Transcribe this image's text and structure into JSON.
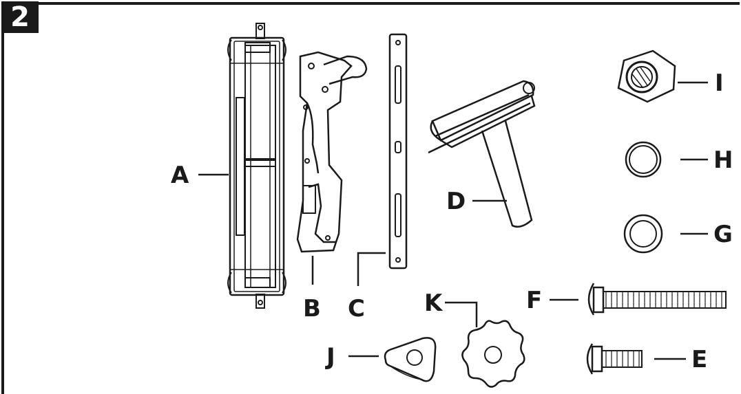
{
  "step": {
    "number": "2"
  },
  "parts": [
    {
      "id": "A",
      "label": "A"
    },
    {
      "id": "B",
      "label": "B"
    },
    {
      "id": "C",
      "label": "C"
    },
    {
      "id": "D",
      "label": "D"
    },
    {
      "id": "E",
      "label": "E"
    },
    {
      "id": "F",
      "label": "F"
    },
    {
      "id": "G",
      "label": "G"
    },
    {
      "id": "H",
      "label": "H"
    },
    {
      "id": "I",
      "label": "I"
    },
    {
      "id": "J",
      "label": "J"
    },
    {
      "id": "K",
      "label": "K"
    }
  ]
}
